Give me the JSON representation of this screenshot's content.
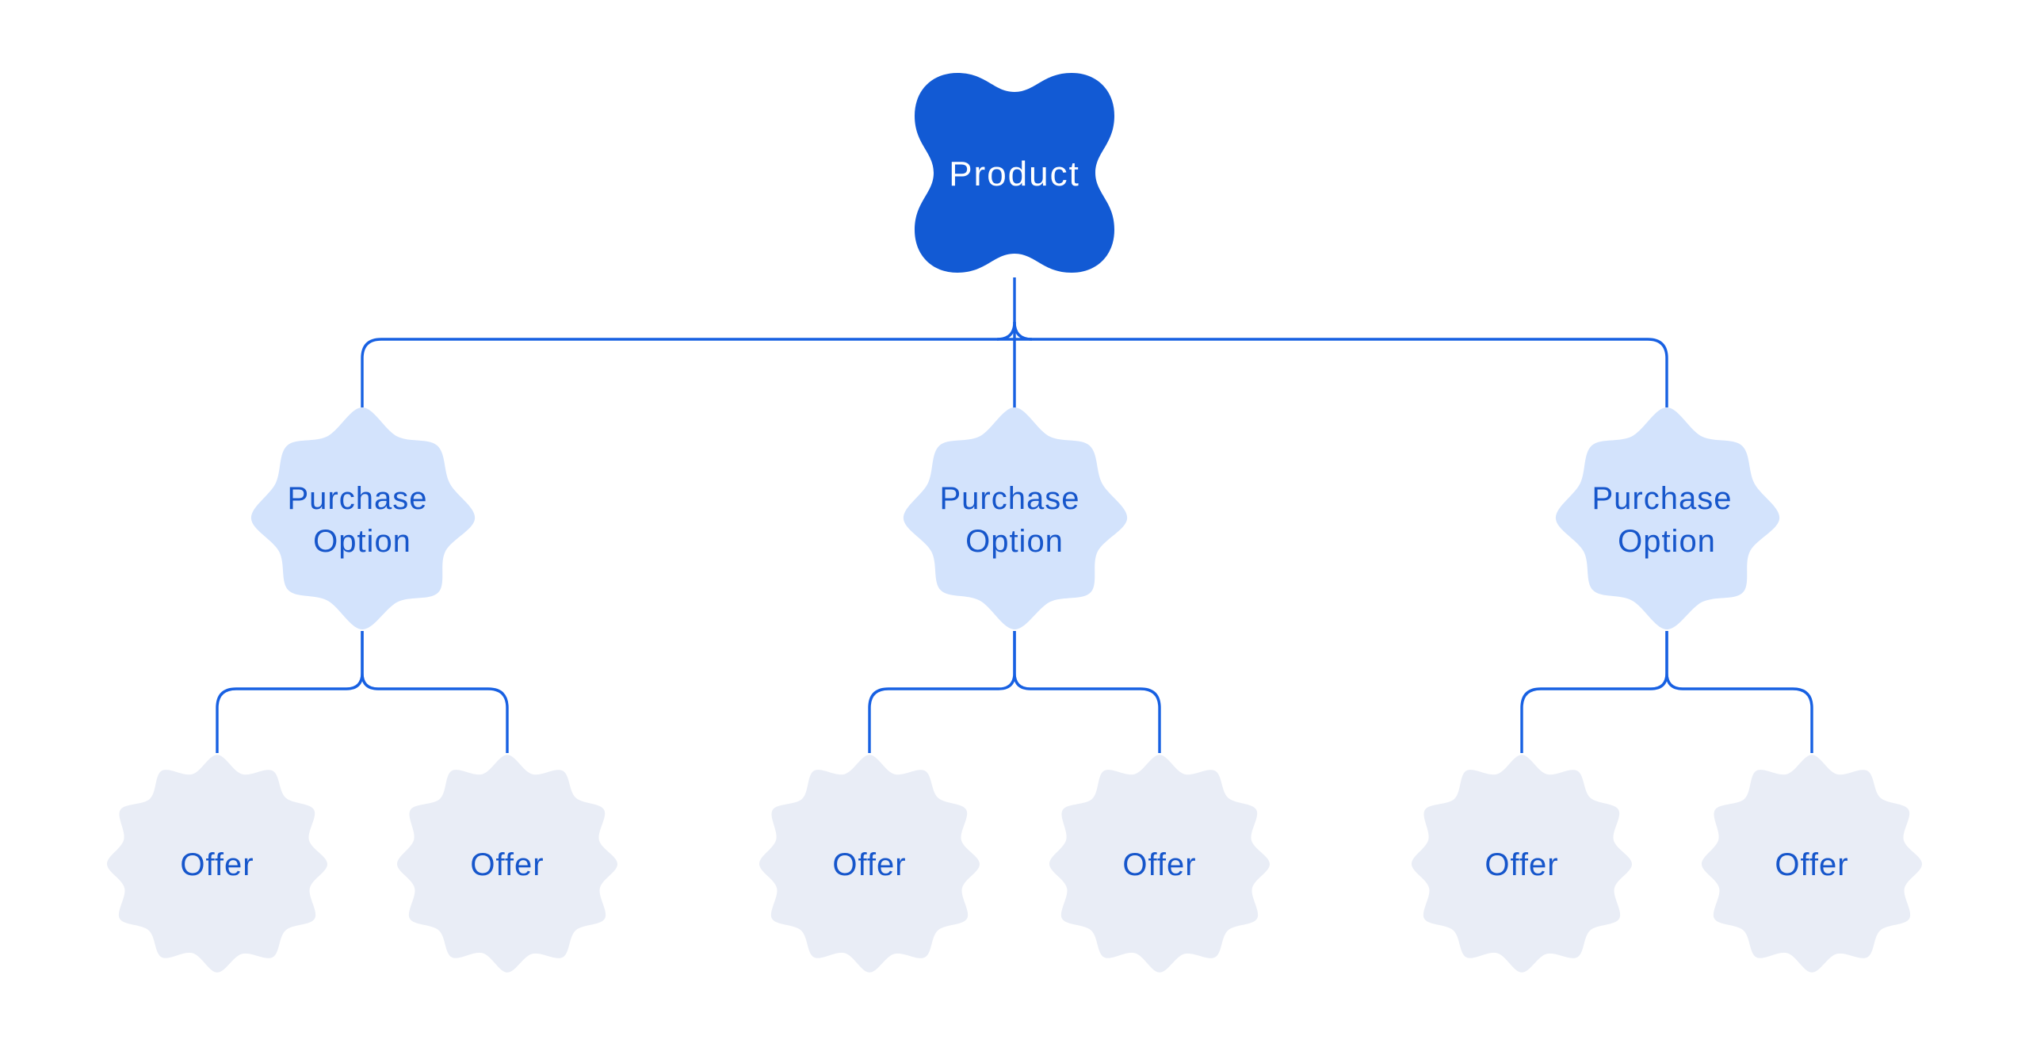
{
  "colors": {
    "background": "#FFFFFF",
    "product_fill": "#125AD4",
    "product_text": "#FFFFFF",
    "purchase_fill": "#D3E3FC",
    "offer_fill": "#E9EDF6",
    "node_text": "#1656CB",
    "connector": "#1760E2"
  },
  "tree": {
    "root": {
      "label": "Product"
    },
    "purchase_options": [
      {
        "label": "Purchase Option",
        "lines": [
          "Purchase",
          "Option"
        ],
        "offers": [
          {
            "label": "Offer"
          },
          {
            "label": "Offer"
          }
        ]
      },
      {
        "label": "Purchase Option",
        "lines": [
          "Purchase",
          "Option"
        ],
        "offers": [
          {
            "label": "Offer"
          },
          {
            "label": "Offer"
          }
        ]
      },
      {
        "label": "Purchase Option",
        "lines": [
          "Purchase",
          "Option"
        ],
        "offers": [
          {
            "label": "Offer"
          },
          {
            "label": "Offer"
          }
        ]
      }
    ]
  }
}
